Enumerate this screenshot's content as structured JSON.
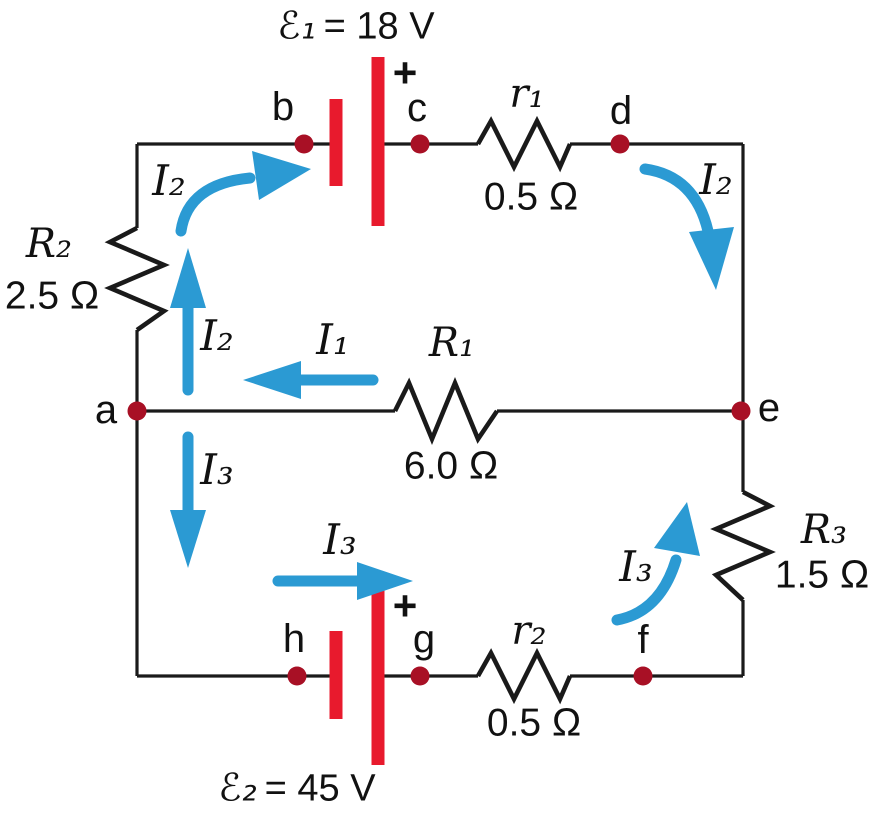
{
  "title": "Two-loop circuit diagram with two EMF sources",
  "colors": {
    "background": "#ffffff",
    "wire": "#1a1a1a",
    "battery": "#e81a2d",
    "node_dot": "#a81025",
    "current_arrow": "#2b9ad3",
    "text": "#111111"
  },
  "emf_sources": {
    "emf1": {
      "symbol": "ℰ₁",
      "equation_rest": "= 18 V",
      "plus": "+"
    },
    "emf2": {
      "symbol": "ℰ₂",
      "equation_rest": "= 45 V",
      "plus": "+"
    }
  },
  "resistors": {
    "R1": {
      "name": "R₁",
      "value": "6.0 Ω"
    },
    "R2": {
      "name": "R₂",
      "value": "2.5 Ω"
    },
    "R3": {
      "name": "R₃",
      "value": "1.5 Ω"
    },
    "r1": {
      "name": "r₁",
      "value": "0.5 Ω"
    },
    "r2": {
      "name": "r₂",
      "value": "0.5 Ω"
    }
  },
  "currents": {
    "i1": {
      "label": "I₁"
    },
    "i2": {
      "label": "I₂"
    },
    "i3": {
      "label": "I₃"
    }
  },
  "nodes": {
    "a": "a",
    "b": "b",
    "c": "c",
    "d": "d",
    "e": "e",
    "f": "f",
    "g": "g",
    "h": "h"
  }
}
